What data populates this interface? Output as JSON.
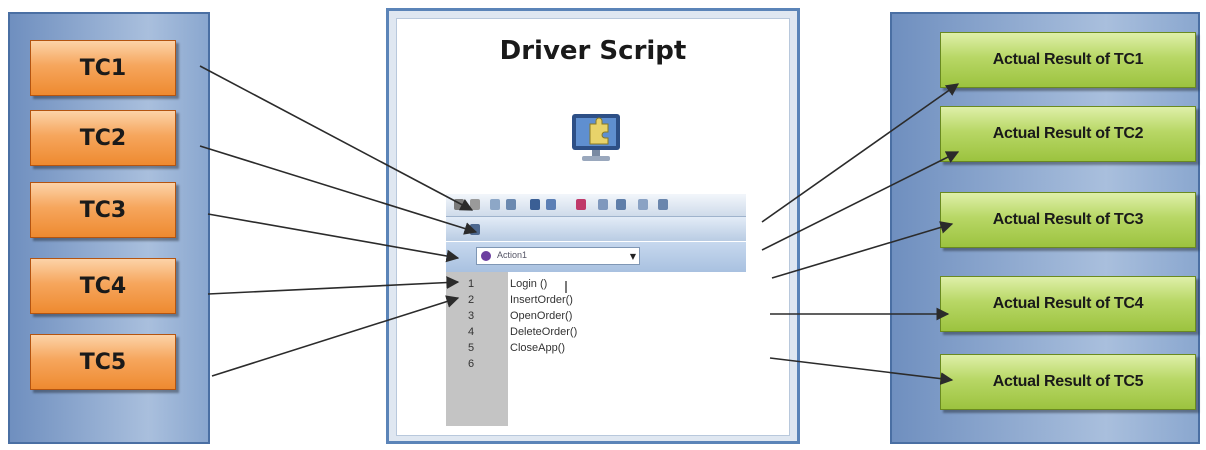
{
  "title": "Driver Script",
  "test_cases": [
    "TC1",
    "TC2",
    "TC3",
    "TC4",
    "TC5"
  ],
  "results": [
    "Actual Result of TC1",
    "Actual Result of TC2",
    "Actual Result of TC3",
    "Actual Result of TC4",
    "Actual Result of TC5"
  ],
  "editor": {
    "combo_value": "Action1",
    "line_numbers": [
      "1",
      "2",
      "3",
      "4",
      "5",
      "6"
    ],
    "code_lines": [
      "Login ()",
      "InsertOrder()",
      "OpenOrder()",
      "DeleteOrder()",
      "CloseApp()",
      ""
    ]
  },
  "colors": {
    "tc_fill": "#f6a65d",
    "result_fill": "#b8d766",
    "panel_fill": "#8aa7cf",
    "arrow": "#2b2b2b"
  },
  "icons": [
    "monitor-puzzle-icon",
    "combo-dropdown-icon"
  ]
}
